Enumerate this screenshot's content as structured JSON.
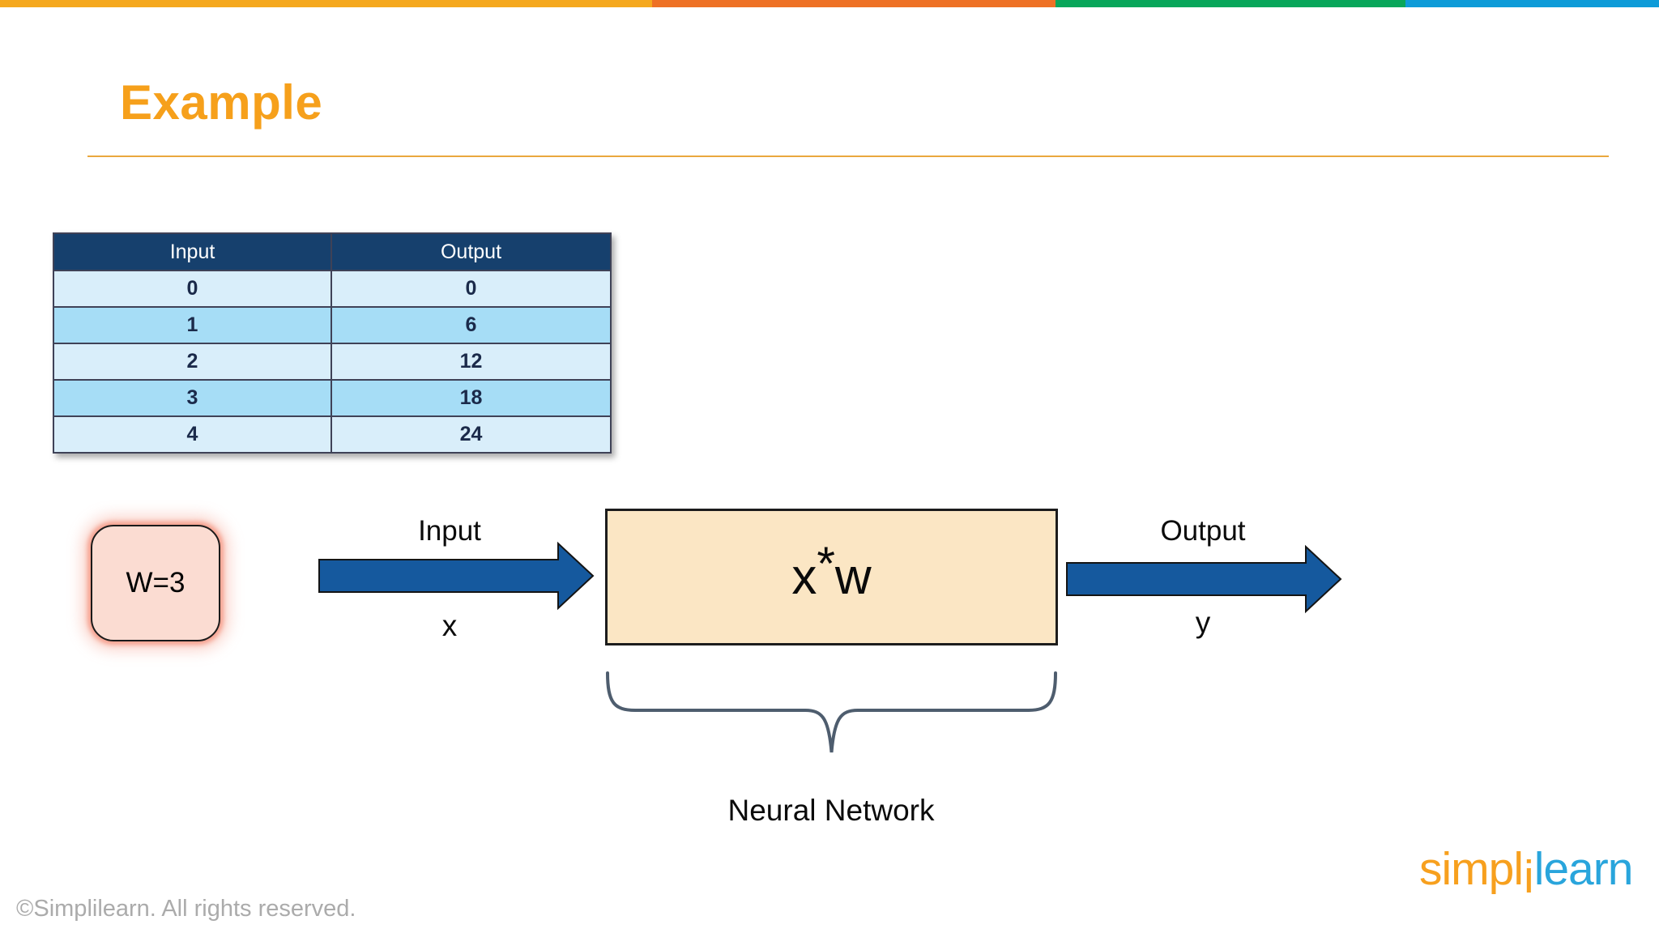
{
  "top_bar": {
    "segments": [
      {
        "name": "yellow-orange",
        "color": "#F5A81E"
      },
      {
        "name": "orange",
        "color": "#EE7125"
      },
      {
        "name": "green",
        "color": "#09A65A"
      },
      {
        "name": "blue",
        "color": "#0E9BD8"
      }
    ]
  },
  "title": {
    "text": "Example",
    "color": "#F6A01B"
  },
  "table": {
    "headers": [
      "Input",
      "Output"
    ],
    "rows": [
      [
        "0",
        "0"
      ],
      [
        "1",
        "6"
      ],
      [
        "2",
        "12"
      ],
      [
        "3",
        "18"
      ],
      [
        "4",
        "24"
      ]
    ],
    "colors": {
      "header_bg": "#16406D",
      "header_text": "#FFFFFF",
      "row_light": "#D9EEFA",
      "row_dark": "#A6DDF6",
      "cell_text": "#1B2A4A"
    }
  },
  "diagram": {
    "weight_box": {
      "label": "W=3",
      "fill": "#FBDCD2",
      "glow": "#F29480"
    },
    "input_arrow": {
      "label": "Input",
      "variable": "x"
    },
    "network_box": {
      "label_parts": [
        "x",
        "*",
        "w"
      ],
      "fill": "#FBE6C4"
    },
    "output_arrow": {
      "label": "Output",
      "variable": "y"
    },
    "brace_label": "Neural Network",
    "colors": {
      "arrow_fill": "#15599E",
      "arrow_outline": "#141414",
      "brace": "#4E5D6E"
    }
  },
  "footer": {
    "copyright": "©Simplilearn. All rights reserved.",
    "logo": {
      "part1": "simpl",
      "part2": "i",
      "part3": "learn",
      "orange": "#F7A01E",
      "blue": "#29A5DC"
    }
  }
}
